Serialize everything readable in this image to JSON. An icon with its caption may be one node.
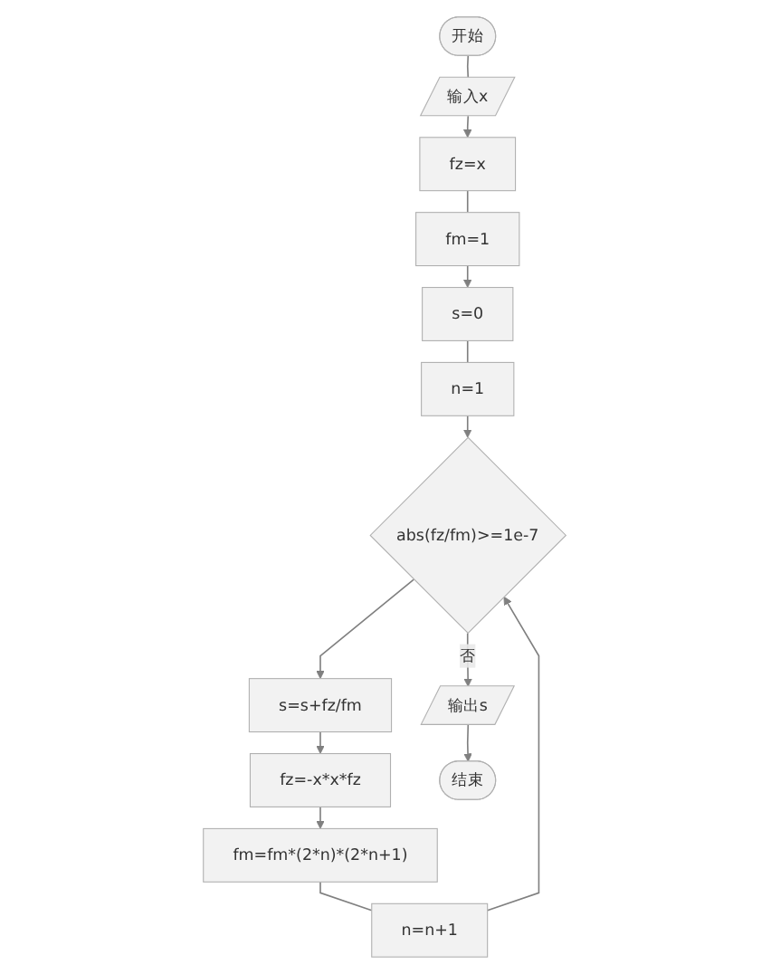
{
  "diagram": {
    "nodes": [
      {
        "text": [
          "开始"
        ]
      },
      {
        "text": [
          "输入x"
        ]
      },
      {
        "text": [
          "fz=x"
        ]
      },
      {
        "text": [
          "fm=1"
        ]
      },
      {
        "text": [
          "s=0"
        ]
      },
      {
        "text": [
          "n=1"
        ]
      },
      {
        "text": [
          "abs(fz/fm)>=1e-7"
        ]
      },
      {
        "text": [
          "s=s+fz/fm"
        ]
      },
      {
        "text": [
          "fz=-x*x*fz"
        ]
      },
      {
        "text": [
          "fm=fm*(2*n)*(2*n+1)"
        ]
      },
      {
        "text": [
          "n=n+1"
        ]
      },
      {
        "text": [
          "输出s"
        ]
      },
      {
        "text": [
          "结束"
        ]
      }
    ],
    "edges": [
      {
        "from": 0,
        "to": 1,
        "arrow": "none"
      },
      {
        "from": 1,
        "to": 2,
        "arrow": "to"
      },
      {
        "from": 2,
        "to": 3,
        "arrow": "none"
      },
      {
        "from": 3,
        "to": 4,
        "arrow": "to"
      },
      {
        "from": 4,
        "to": 5,
        "arrow": "none"
      },
      {
        "from": 5,
        "to": 6,
        "arrow": "to"
      },
      {
        "from": 6,
        "to": 7,
        "arrow": "to"
      },
      {
        "from": 7,
        "to": 8,
        "arrow": "to"
      },
      {
        "from": 8,
        "to": 9,
        "arrow": "to"
      },
      {
        "from": 9,
        "to": 10,
        "arrow": "none"
      },
      {
        "from": 10,
        "to": 6,
        "arrow": "to"
      },
      {
        "from": 6,
        "to": 11,
        "label": "否",
        "arrow": "to"
      },
      {
        "from": 11,
        "to": 12,
        "arrow": "to"
      }
    ]
  }
}
